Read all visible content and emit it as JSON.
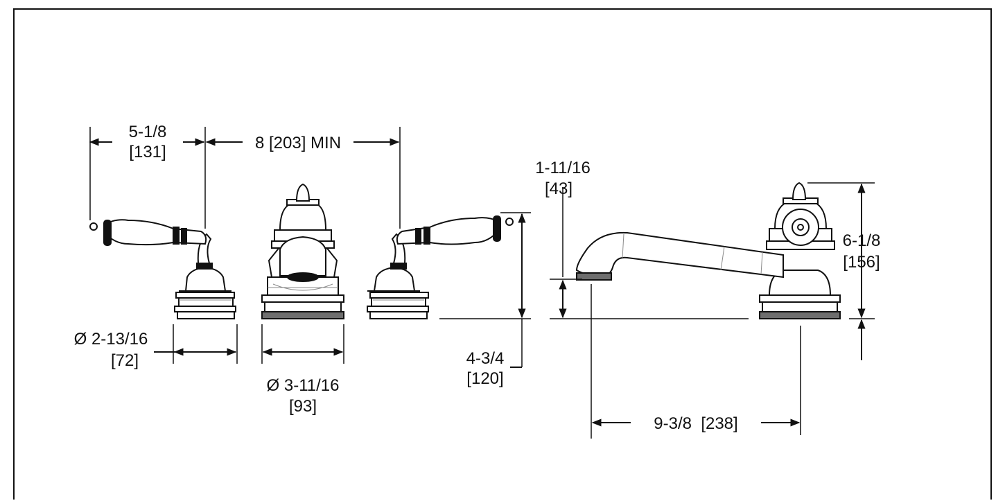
{
  "colors": {
    "ink": "#111111",
    "light": "#8a8a8a",
    "fill": "#6e6e6e",
    "paper": "#ffffff"
  },
  "dimensions": {
    "handle_reach": {
      "line1": "5-1/8",
      "line2": "[131]"
    },
    "spread": {
      "text": "8 [203] MIN"
    },
    "handle_base": {
      "line1": "Ø 2-13/16",
      "line2": "[72]"
    },
    "spout_base": {
      "line1": "Ø 3-11/16",
      "line2": "[93]"
    },
    "handle_height": {
      "line1": "4-3/4",
      "line2": "[120]"
    },
    "spout_outlet": {
      "line1": "1-11/16",
      "line2": "[43]"
    },
    "spout_height": {
      "line1": "6-1/8",
      "line2": "[156]"
    },
    "spout_reach": {
      "text": "9-3/8  [238]"
    }
  }
}
